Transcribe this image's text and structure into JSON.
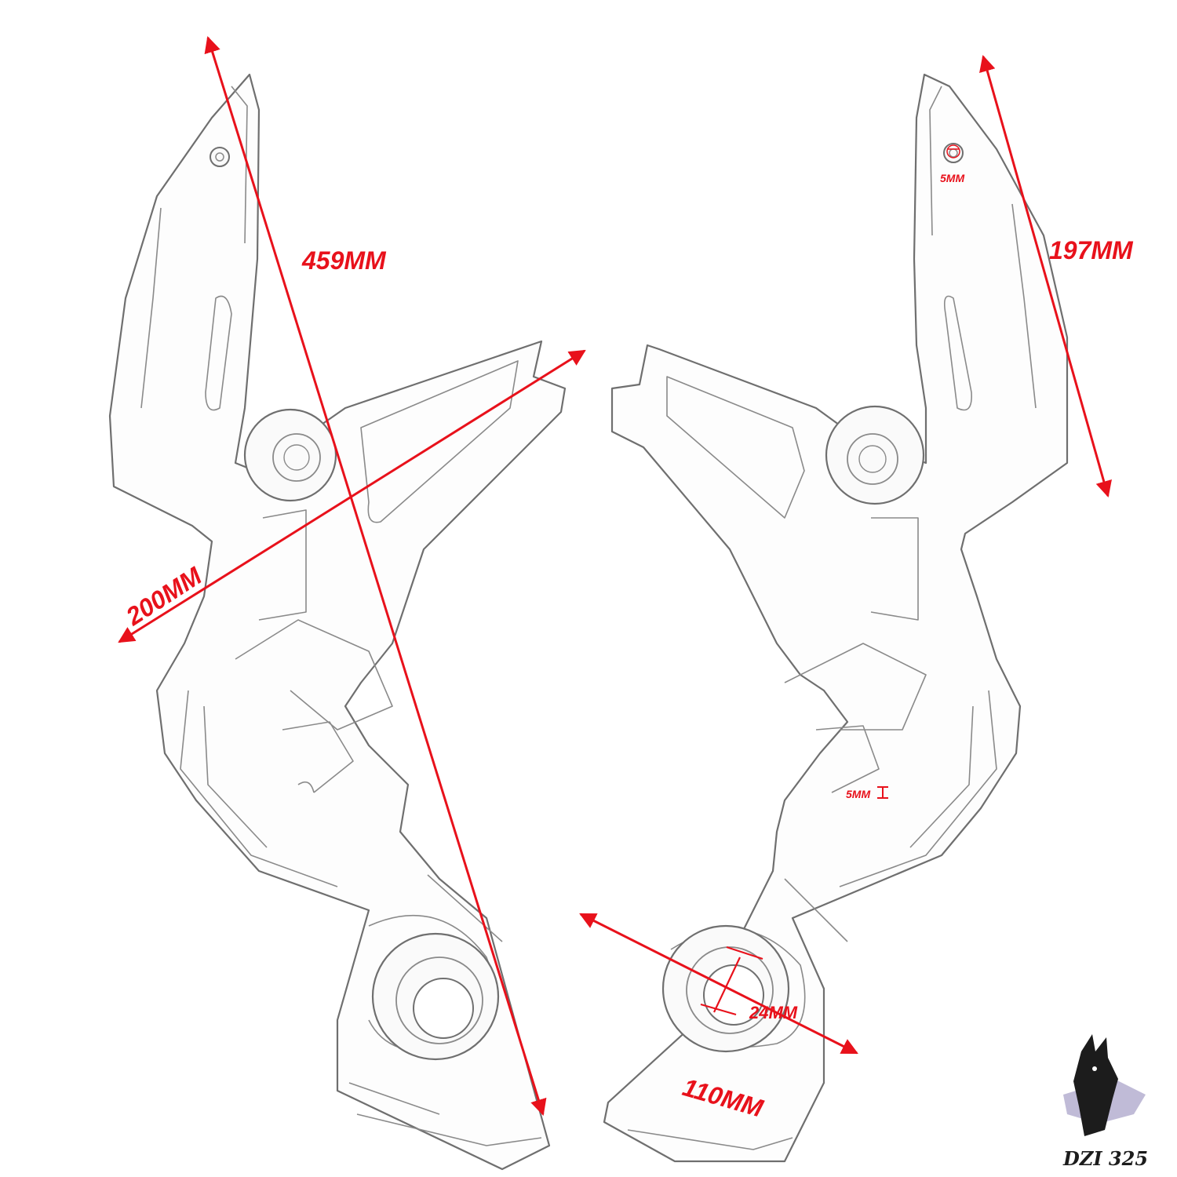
{
  "dimensions": {
    "diagonal_length": "459MM",
    "right_panel_height": "197MM",
    "bracket_width": "200MM",
    "bottom_gap": "110MM",
    "lower_hole_diameter": "24MM",
    "top_hole_diameter": "5MM",
    "slot_thickness": "5MM"
  },
  "logo": {
    "text": "DZI 325"
  },
  "colors": {
    "dimension": "#e8111b",
    "outline": "#6f6f6f",
    "background": "#ffffff",
    "logo": "#1c1c1c",
    "logo_splash": "#4a3c8c"
  }
}
